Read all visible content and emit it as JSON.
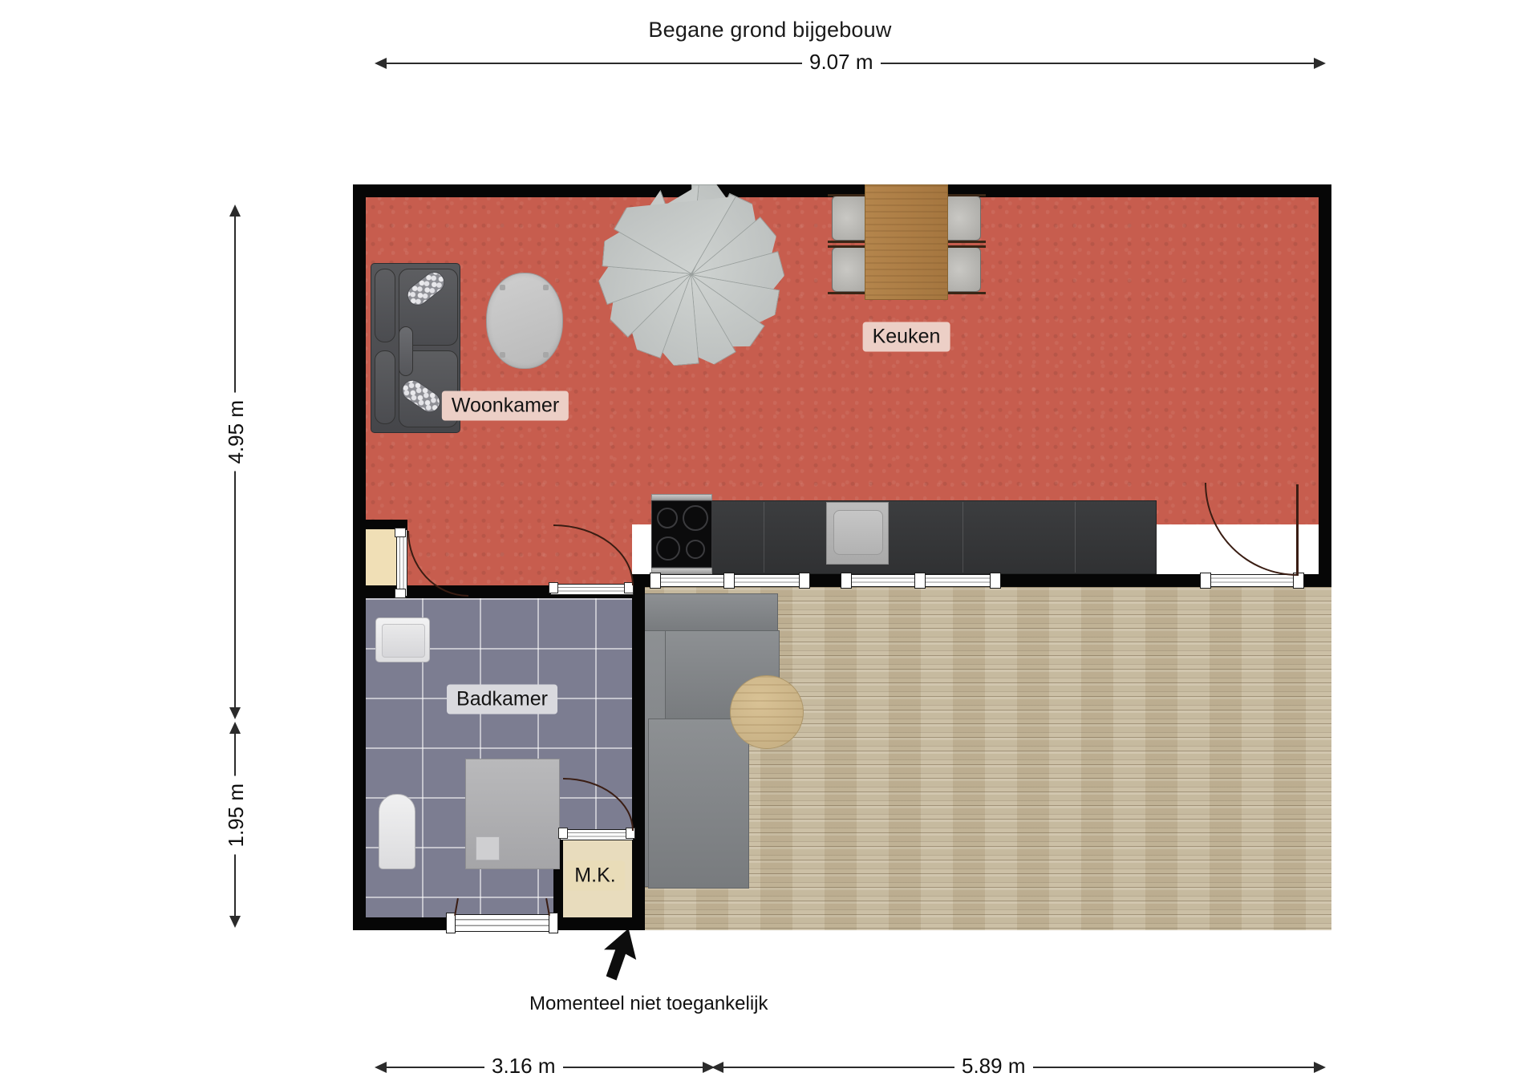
{
  "plan": {
    "title": "Begane grond bijgebouw",
    "dimensions": {
      "top_width": "9.07 m",
      "left_upper_height": "4.95 m",
      "left_lower_height": "1.95 m",
      "bottom_left_width": "3.16 m",
      "bottom_right_width": "5.89 m"
    },
    "rooms": [
      {
        "id": "woonkamer",
        "label": "Woonkamer",
        "tag_style": "red"
      },
      {
        "id": "keuken",
        "label": "Keuken",
        "tag_style": "red"
      },
      {
        "id": "badkamer",
        "label": "Badkamer",
        "tag_style": "gray"
      },
      {
        "id": "mk",
        "label": "M.K.",
        "tag_style": "cream"
      }
    ],
    "annotation": {
      "text": "Momenteel niet toegankelijk",
      "marker": "arrow-up-left"
    }
  },
  "colors": {
    "interior_floor": "#c75d4e",
    "bathroom_tile": "#7c7d91",
    "terrace_deck": "#c8bb9e",
    "wall": "#060606",
    "tag_red": "#eccfc6",
    "tag_gray": "#d9d9de",
    "tag_cream": "#e9dcb8",
    "dimension_line": "#2b2b2b",
    "door_swing": "#3a1d13"
  },
  "furniture": {
    "living": [
      "sofa",
      "coffee-table",
      "spiral-staircase"
    ],
    "kitchen": [
      "dining-table",
      "dining-chairs",
      "cooktop",
      "sink",
      "counter"
    ],
    "bathroom": [
      "washbasin",
      "toilet",
      "shower"
    ],
    "terrace": [
      "outdoor-sofa",
      "round-table"
    ]
  }
}
